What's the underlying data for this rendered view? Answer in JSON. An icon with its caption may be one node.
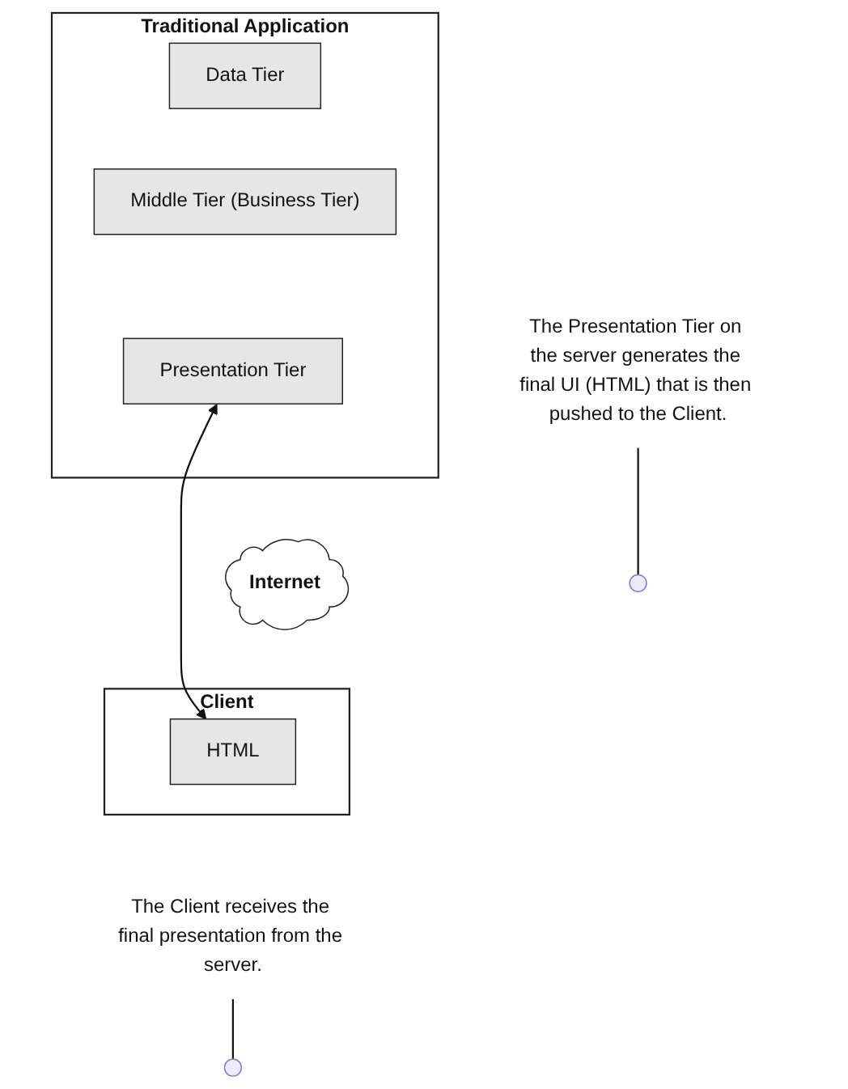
{
  "diagram": {
    "nodes": [
      {
        "text": [
          "Traditional Application"
        ]
      },
      {
        "text": [
          "Data Tier"
        ],
        "in": 0
      },
      {
        "text": [
          "Middle Tier (Business Tier)"
        ],
        "in": 0
      },
      {
        "text": [
          "Presentation Tier"
        ],
        "in": 0
      },
      {
        "text": [
          "Internet"
        ]
      },
      {
        "text": [
          "Client"
        ]
      },
      {
        "text": [
          "HTML"
        ],
        "in": 5
      },
      {
        "text": [
          "The Presentation Tier on the server generates the final UI (HTML) that is then pushed to the Client."
        ]
      },
      {
        "text": [
          "The Client receives the final presentation from the server."
        ]
      }
    ],
    "edges": [
      {
        "from": 3,
        "to": 6,
        "arrow": "both"
      },
      {
        "from": 7,
        "to": null,
        "arrow": "none"
      },
      {
        "from": 8,
        "to": null,
        "arrow": "none"
      }
    ]
  }
}
